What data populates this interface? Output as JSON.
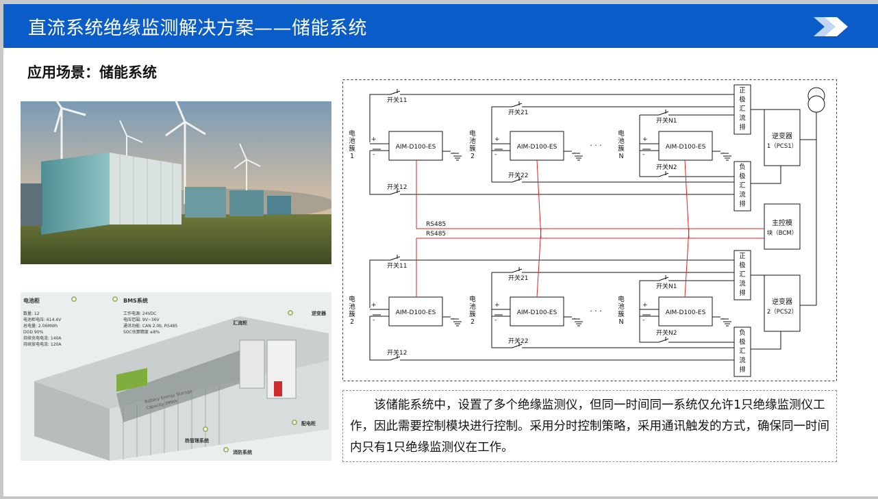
{
  "header": {
    "title": "直流系统绝缘监测解决方案——储能系统"
  },
  "subtitle": "应用场景：储能系统",
  "colors": {
    "title_bar": "#0a5dc8",
    "rs485_line": "#e02020",
    "wire": "#111111"
  },
  "icons": {
    "title_chevron": "double-chevron-right-icon",
    "ground": "ground-symbol-icon",
    "transformer": "transformer-symbol-icon"
  },
  "cutaway": {
    "battery_cabinet": {
      "title": "电池柜",
      "lines": [
        "数量: 12",
        "电池柜电压: 614.4V",
        "总电量: 2.06MWh",
        "DOD 90%",
        "持续充电电流: 140A",
        "持续放电电流: 120A"
      ]
    },
    "bms": {
      "title": "BMS系统",
      "lines": [
        "工作电源: 24VDC",
        "电压范围: 9V~36V",
        "通讯功能: CAN 2.0b, RS485",
        "SOC估算精度 ≤8%"
      ]
    },
    "callouts": {
      "combiner": "汇流柜",
      "inverter": "逆变器",
      "distribution": "配电柜",
      "thermal": "热管理系统",
      "fire": "消防系统"
    },
    "container_label_1": "Battery Energy Storage",
    "container_label_2": "Capacity 2MWh"
  },
  "diagram": {
    "top": {
      "switch_1": "开关11",
      "switch_1b": "开关12",
      "switch_2": "开关21",
      "switch_2b": "开关22",
      "switch_n": "开关N1",
      "switch_nb": "开关N2",
      "cluster_1": [
        "电",
        "池",
        "簇",
        "1"
      ],
      "cluster_2": [
        "电",
        "池",
        "簇",
        "2"
      ],
      "cluster_n": [
        "电",
        "池",
        "簇",
        "N"
      ],
      "positive_bus": [
        "正",
        "极",
        "汇",
        "流",
        "排"
      ],
      "negative_bus": [
        "负",
        "极",
        "汇",
        "流",
        "排"
      ],
      "inverter": [
        "逆变器",
        "1（PCS1）"
      ]
    },
    "bottom": {
      "switch_1": "开关11",
      "switch_1b": "开关12",
      "switch_2": "开关21",
      "switch_2b": "开关22",
      "switch_n": "开关N1",
      "switch_nb": "开关N2",
      "cluster_1": [
        "电",
        "池",
        "簇",
        "2"
      ],
      "cluster_2": [
        "电",
        "池",
        "簇",
        "2"
      ],
      "cluster_n": [
        "电",
        "池",
        "簇",
        "N"
      ],
      "positive_bus": [
        "正",
        "极",
        "汇",
        "流",
        "排"
      ],
      "negative_bus": [
        "负",
        "极",
        "汇",
        "流",
        "排"
      ],
      "inverter": [
        "逆变器",
        "2（PCS2）"
      ]
    },
    "device_label": "AIM-D100-ES",
    "plus": "+",
    "minus": "-",
    "ellipsis": "· · ·",
    "rs485_1": "RS485",
    "rs485_2": "RS485",
    "controller": [
      "主控模",
      "块（BCM）"
    ]
  },
  "description": "该储能系统中，设置了多个绝缘监测仪，但同一时间同一系统仅允许1只绝缘监测仪工作，因此需要控制模块进行控制。采用分时控制策略，采用通讯触发的方式，确保同一时间内只有1只绝缘监测仪在工作。"
}
